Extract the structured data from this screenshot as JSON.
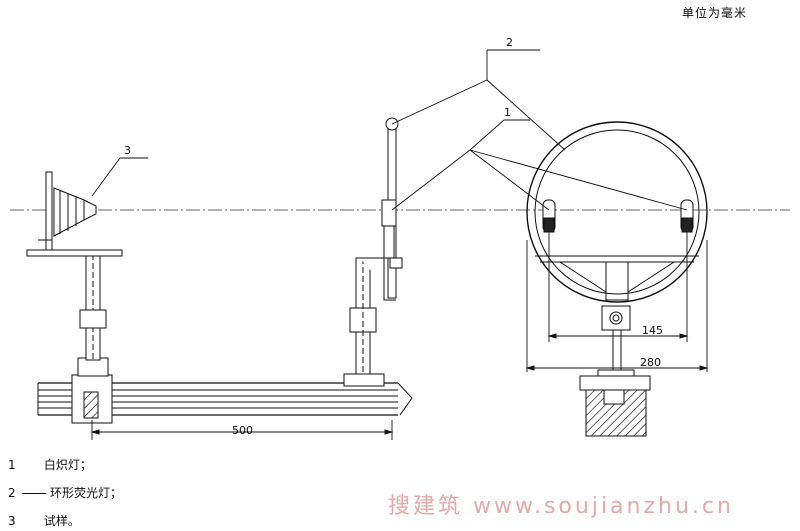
{
  "unit_note": "单位为毫米",
  "callouts": {
    "c1": "1",
    "c2": "2",
    "c3": "3"
  },
  "dimensions": {
    "d500": "500",
    "d145": "145",
    "d280": "280"
  },
  "legend": [
    {
      "num": "1",
      "text": "白炽灯；",
      "dash": false
    },
    {
      "num": "2",
      "text": "环形荧光灯；",
      "dash": true
    },
    {
      "num": "3",
      "text": "试样。",
      "dash": false
    }
  ],
  "watermark": "搜建筑 www.soujianzhu.cn"
}
